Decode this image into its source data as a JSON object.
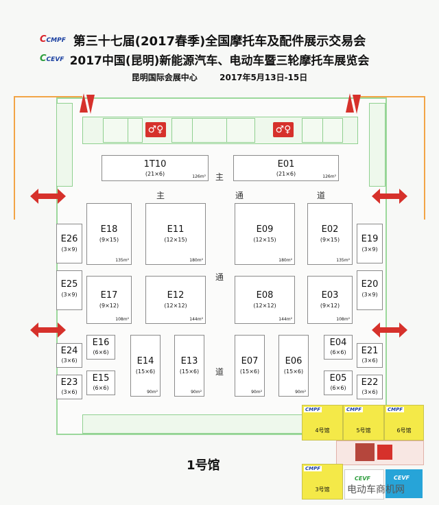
{
  "header": {
    "logo_top": "CMPF",
    "logo_bottom": "CEVF",
    "line1": "第三十七届(2017春季)全国摩托车及配件展示交易会",
    "line2": "2017中国(昆明)新能源汽车、电动车暨三轮摩托车展览会",
    "venue": "昆明国际会展中心",
    "dates": "2017年5月13日-15日"
  },
  "aisles": {
    "main_aisle": [
      "主",
      "通",
      "道"
    ],
    "vertical_aisle": [
      "主",
      "通",
      "道"
    ]
  },
  "booths": [
    {
      "id": "1T10",
      "size": "(21×6)",
      "area": "126m²"
    },
    {
      "id": "E01",
      "size": "(21×6)",
      "area": "126m²"
    },
    {
      "id": "E26",
      "size": "(3×9)",
      "area": ""
    },
    {
      "id": "E18",
      "size": "(9×15)",
      "area": "135m²"
    },
    {
      "id": "E11",
      "size": "(12×15)",
      "area": "180m²"
    },
    {
      "id": "E09",
      "size": "(12×15)",
      "area": "180m²"
    },
    {
      "id": "E02",
      "size": "(9×15)",
      "area": "135m²"
    },
    {
      "id": "E19",
      "size": "(3×9)",
      "area": ""
    },
    {
      "id": "E25",
      "size": "(3×9)",
      "area": ""
    },
    {
      "id": "E17",
      "size": "(9×12)",
      "area": "108m²"
    },
    {
      "id": "E12",
      "size": "(12×12)",
      "area": "144m²"
    },
    {
      "id": "E08",
      "size": "(12×12)",
      "area": "144m²"
    },
    {
      "id": "E03",
      "size": "(9×12)",
      "area": "108m²"
    },
    {
      "id": "E20",
      "size": "(3×9)",
      "area": ""
    },
    {
      "id": "E24",
      "size": "(3×6)",
      "area": ""
    },
    {
      "id": "E16",
      "size": "(6×6)",
      "area": ""
    },
    {
      "id": "E14",
      "size": "(15×6)",
      "area": "90m²"
    },
    {
      "id": "E13",
      "size": "(15×6)",
      "area": "90m²"
    },
    {
      "id": "E07",
      "size": "(15×6)",
      "area": "90m²"
    },
    {
      "id": "E06",
      "size": "(15×6)",
      "area": "90m²"
    },
    {
      "id": "E04",
      "size": "(6×6)",
      "area": ""
    },
    {
      "id": "E21",
      "size": "(3×6)",
      "area": ""
    },
    {
      "id": "E23",
      "size": "(3×6)",
      "area": ""
    },
    {
      "id": "E15",
      "size": "(6×6)",
      "area": ""
    },
    {
      "id": "E05",
      "size": "(6×6)",
      "area": ""
    },
    {
      "id": "E22",
      "size": "(3×6)",
      "area": ""
    }
  ],
  "hall_label": "1号馆",
  "thumbnail": {
    "halls": [
      "4号馆",
      "5号馆",
      "6号馆",
      "3号馆"
    ],
    "logo": "CMPF",
    "logo_green": "CEVF"
  },
  "watermark": "电动车商机网",
  "colors": {
    "wall": "#9bd89b",
    "accent_orange": "#f2a446",
    "arrow_red": "#d6312b",
    "thumb_yellow": "#f4e948"
  }
}
